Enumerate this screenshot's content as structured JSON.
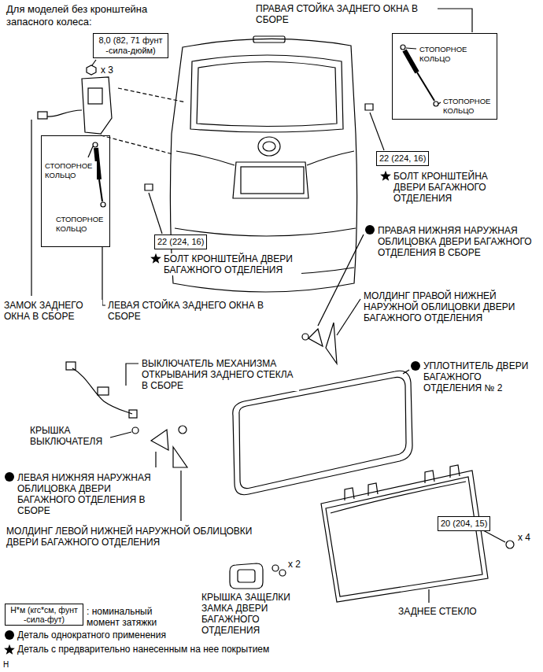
{
  "diagram": {
    "title": "Для моделей без кронштейна запасного колеса:",
    "nodes": [
      {
        "text": [
          "8,0 (82, 71 фунт -сила-дюйм)"
        ]
      },
      {
        "text": [
          "СТОПОРНОЕ КОЛЬЦО",
          "СТОПОРНОЕ КОЛЬЦО"
        ]
      },
      {
        "text": [
          "СТОПОРНОЕ КОЛЬЦО",
          "СТОПОРНОЕ КОЛЬЦО"
        ]
      },
      {
        "text": [
          "22 (224, 16)"
        ]
      },
      {
        "text": [
          "22 (224, 16)"
        ]
      },
      {
        "text": [
          "20 (204, 15)"
        ]
      },
      {
        "text": [
          "Н*м (кгс*см, фунт -сила-фут)"
        ]
      }
    ],
    "labels": [
      "ПРАВАЯ СТОЙКА ЗАДНЕГО ОКНА В СБОРЕ",
      "x 3",
      "БОЛТ КРОНШТЕЙНА ДВЕРИ БАГАЖНОГО ОТДЕЛЕНИЯ",
      "БОЛТ КРОНШТЕЙНА ДВЕРИ БАГАЖНОГО ОТДЕЛЕНИЯ",
      "ЗАМОК ЗАДНЕГО ОКНА В СБОРЕ",
      "ЛЕВАЯ СТОЙКА ЗАДНЕГО ОКНА В СБОРЕ",
      "ПРАВАЯ НИЖНЯЯ НАРУЖНАЯ ОБЛИЦОВКА ДВЕРИ БАГАЖНОГО ОТДЕЛЕНИЯ В СБОРЕ",
      "МОЛДИНГ ПРАВОЙ НИЖНЕЙ НАРУЖНОЙ ОБЛИЦОВКИ ДВЕРИ БАГАЖНОГО ОТДЕЛЕНИЯ",
      "ВЫКЛЮЧАТЕЛЬ МЕХАНИЗМА ОТКРЫВАНИЯ ЗАДНЕГО СТЕКЛА В СБОРЕ",
      "УПЛОТНИТЕЛЬ ДВЕРИ БАГАЖНОГО ОТДЕЛЕНИЯ № 2",
      "КРЫШКА ВЫКЛЮЧАТЕЛЯ",
      "ЛЕВАЯ НИЖНЯЯ НАРУЖНАЯ ОБЛИЦОВКА ДВЕРИ БАГАЖНОГО ОТДЕЛЕНИЯ В СБОРЕ",
      "МОЛДИНГ ЛЕВОЙ НИЖНЕЙ НАРУЖНОЙ ОБЛИЦОВКИ ДВЕРИ БАГАЖНОГО ОТДЕЛЕНИЯ",
      "x 4",
      "x 2",
      "КРЫШКА ЗАЩЕЛКИ ЗАМКА ДВЕРИ БАГАЖНОГО ОТДЕЛЕНИЯ",
      "ЗАДНЕЕ СТЕКЛО",
      "Н"
    ],
    "legend": [
      {
        "text": ": номинальный момент затяжки"
      },
      {
        "text": "Деталь однократного применения"
      },
      {
        "text": "Деталь с предварительно нанесенным на нее покрытием"
      }
    ]
  }
}
